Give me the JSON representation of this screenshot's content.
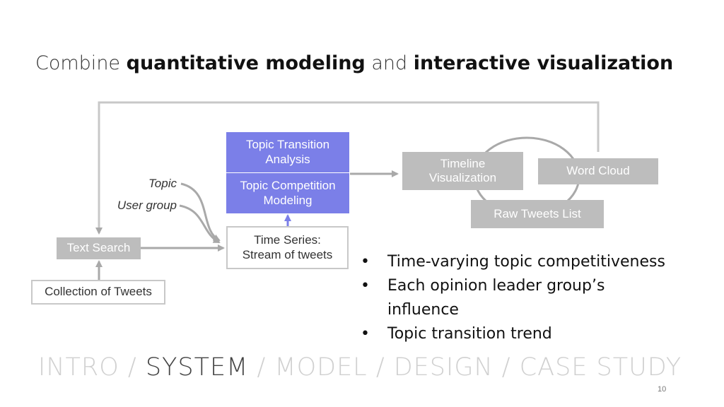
{
  "title": {
    "part1": "Combine ",
    "part2": "quantitative modeling",
    "part3": " and ",
    "part4": "interactive visualization"
  },
  "diagram": {
    "collection": "Collection of Tweets",
    "text_search": "Text Search",
    "topic_label": "Topic",
    "user_group_label": "User group",
    "time_series": "Time Series:\nStream of tweets",
    "topic_transition": "Topic Transition\nAnalysis",
    "topic_competition": "Topic Competition\nModeling",
    "timeline": "Timeline\nVisualization",
    "word_cloud": "Word Cloud",
    "raw_tweets": "Raw Tweets List"
  },
  "bullets": [
    "Time-varying topic competitiveness",
    "Each opinion leader group’s influence",
    "Topic transition trend"
  ],
  "nav": {
    "intro": "INTRO",
    "system": "SYSTEM",
    "model": "MODEL",
    "design": "DESIGN",
    "case_study": "CASE STUDY",
    "separator": " / "
  },
  "page_number": "10",
  "colors": {
    "accent_blue": "#7b7fe8",
    "gray_box": "#bdbdbd",
    "line_gray": "#a9a9a9",
    "nav_inactive": "#d0d0d0",
    "nav_active": "#444444"
  }
}
